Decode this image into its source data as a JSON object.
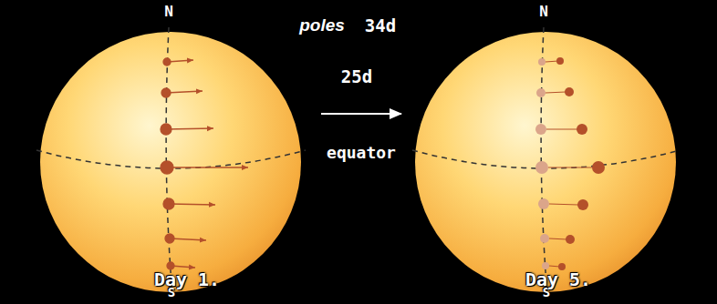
{
  "diagram": {
    "labels": [
      "N",
      "N",
      "poles",
      "34d",
      "25d",
      "equator",
      "S",
      "S",
      "Day 1.",
      "Day 5."
    ]
  }
}
